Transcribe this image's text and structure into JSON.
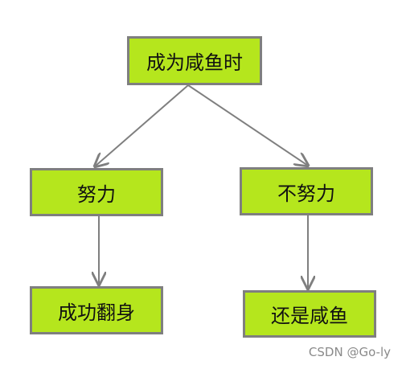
{
  "nodes": {
    "root": "成为咸鱼时",
    "effort": "努力",
    "no_effort": "不努力",
    "success": "成功翻身",
    "still_fish": "还是咸鱼"
  },
  "watermark": "CSDN @Go-ly",
  "colors": {
    "node_fill": "#b5e61d",
    "node_border": "#7f7f7f",
    "arrow": "#7f7f7f"
  }
}
